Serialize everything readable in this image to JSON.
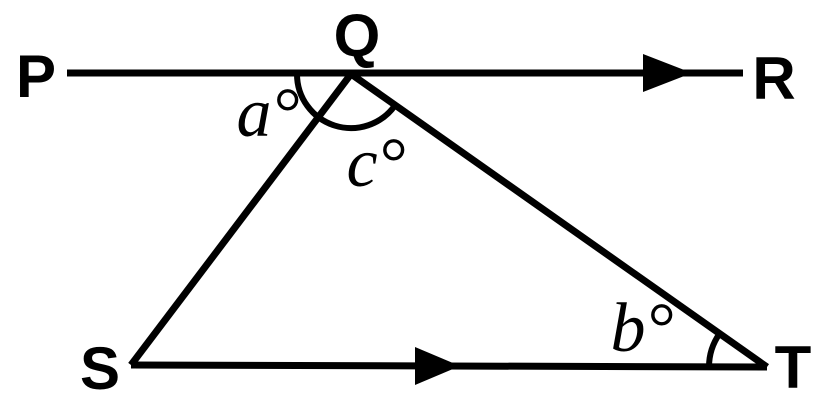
{
  "figure": {
    "points": {
      "p": "P",
      "q": "Q",
      "r": "R",
      "s": "S",
      "t": "T"
    },
    "angles": {
      "a": "a°",
      "c": "c°",
      "b": "b°"
    },
    "colors": {
      "ink": "#000000",
      "background": "#ffffff"
    }
  }
}
